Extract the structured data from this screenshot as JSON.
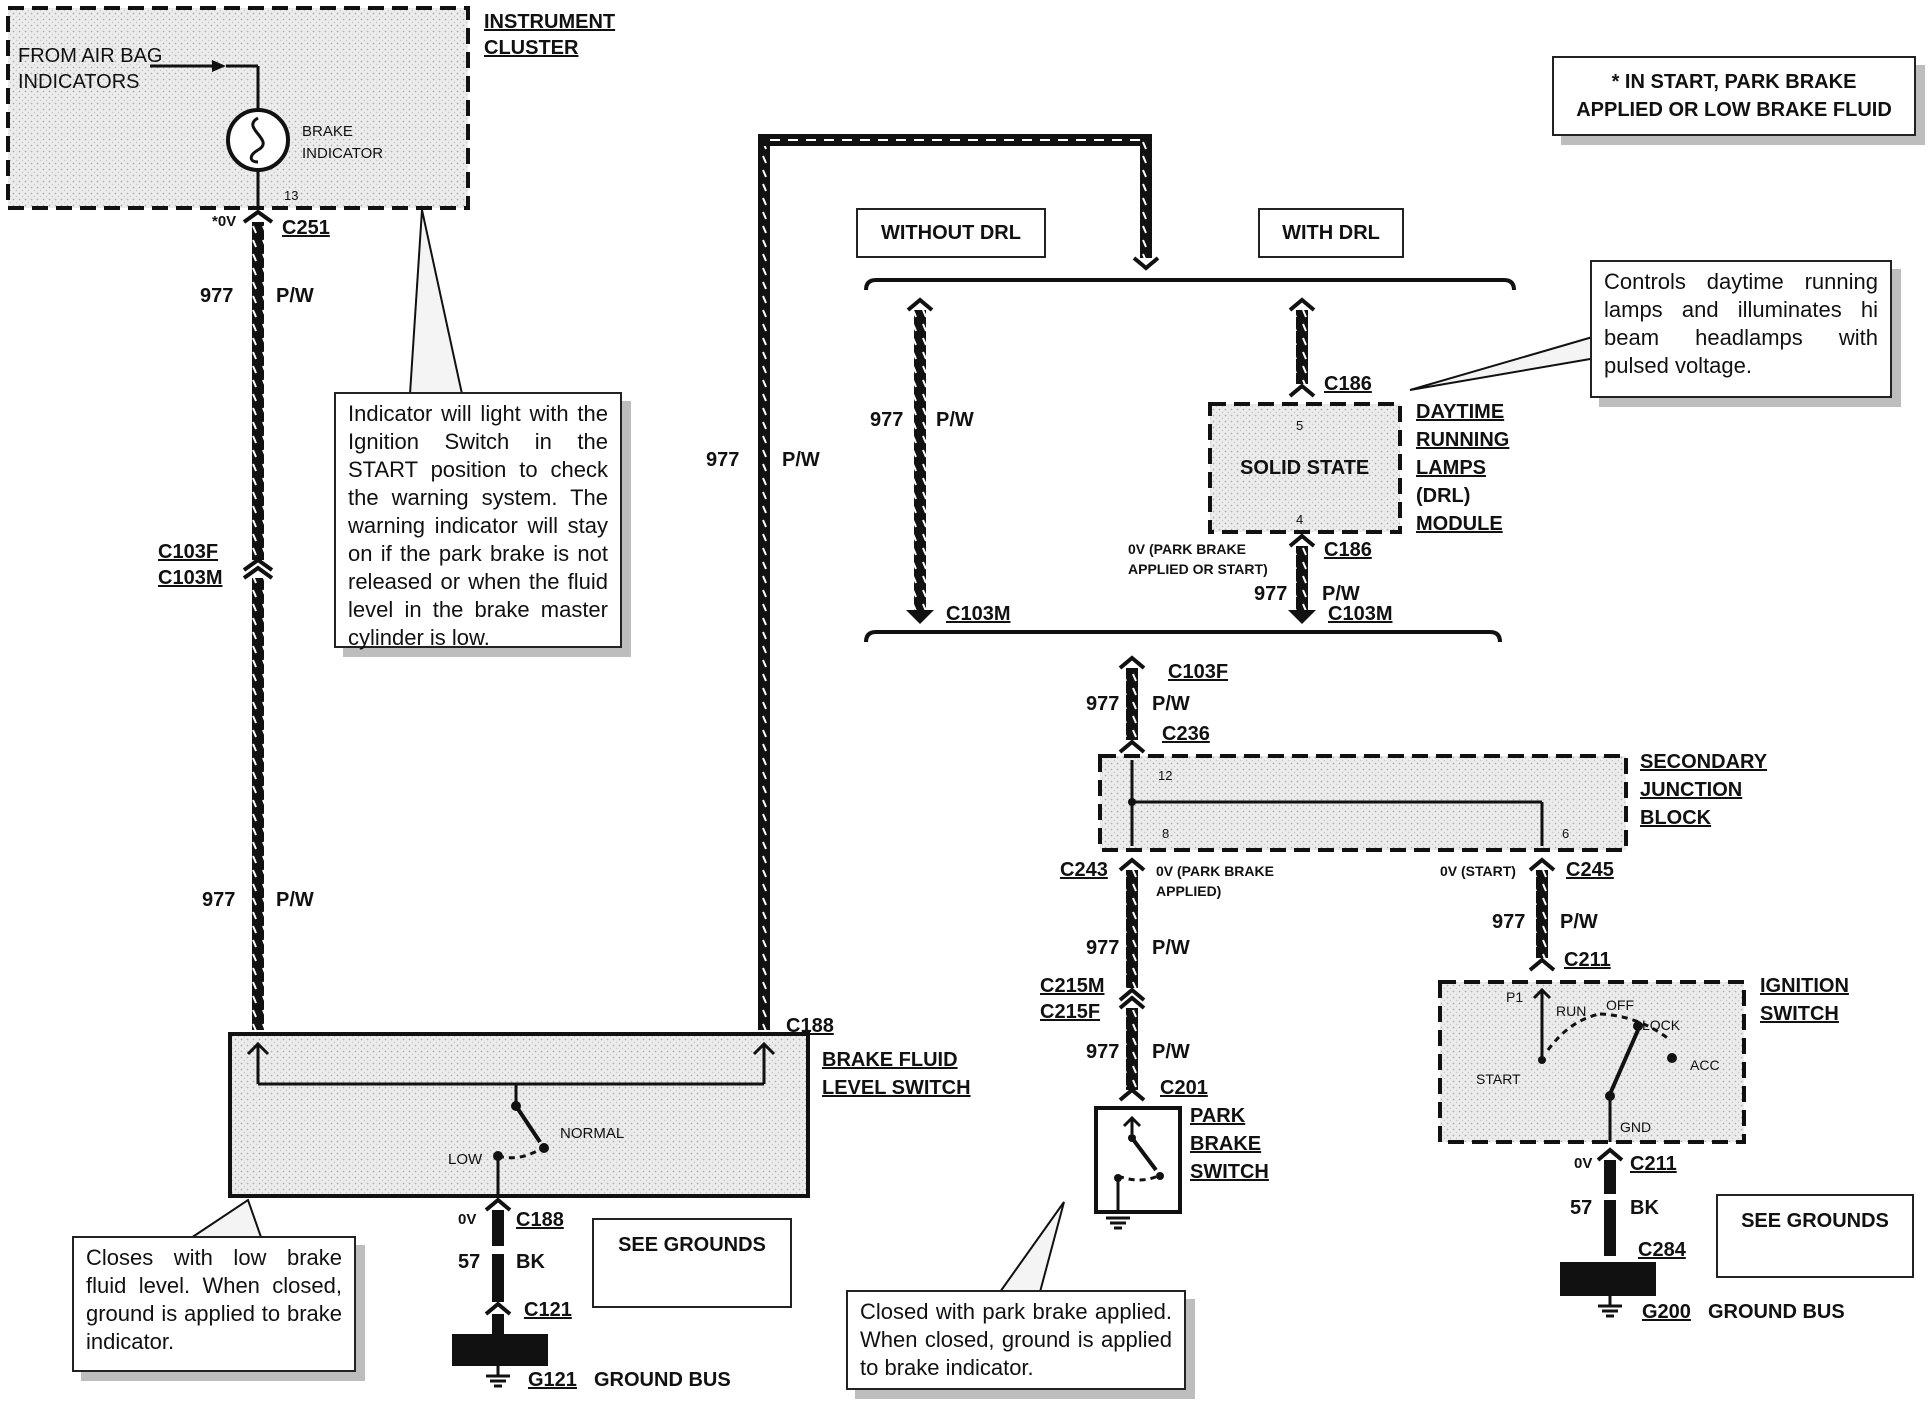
{
  "notes": {
    "start_note": "* IN START, PARK BRAKE APPLIED OR LOW BRAKE FLUID",
    "indicator_note": "Indicator will light with the Ignition Switch in the START position to check the warning system. The warning indicator will stay on if the park brake is not released or when the fluid level in the brake master cylinder is low.",
    "drl_note": "Controls daytime running lamps and illuminates hi beam headlamps with pulsed voltage.",
    "fluid_note": "Closes with low brake fluid level. When closed, ground is applied to brake indicator.",
    "park_note": "Closed with park brake applied. When closed, ground is applied to brake indicator."
  },
  "boxes": {
    "without_drl": "WITHOUT DRL",
    "with_drl": "WITH DRL",
    "see_grounds_1": "SEE GROUNDS",
    "see_grounds_2": "SEE GROUNDS"
  },
  "components": {
    "instrument_cluster": [
      "INSTRUMENT",
      "CLUSTER"
    ],
    "from_air_bag": [
      "FROM AIR BAG",
      "INDICATORS"
    ],
    "brake_indicator": [
      "BRAKE",
      "INDICATOR"
    ],
    "drl_module": [
      "DAYTIME",
      "RUNNING",
      "LAMPS",
      "(DRL)",
      "MODULE"
    ],
    "solid_state": "SOLID STATE",
    "secondary_junction": [
      "SECONDARY",
      "JUNCTION",
      "BLOCK"
    ],
    "brake_fluid_switch": [
      "BRAKE FLUID",
      "LEVEL SWITCH"
    ],
    "park_brake_switch": [
      "PARK",
      "BRAKE",
      "SWITCH"
    ],
    "ignition_switch": [
      "IGNITION",
      "SWITCH"
    ],
    "switch_positions": {
      "normal": "NORMAL",
      "low": "LOW",
      "run": "RUN",
      "off": "OFF",
      "lock": "LOCK",
      "acc": "ACC",
      "start": "START",
      "p1": "P1",
      "gnd": "GND"
    }
  },
  "connectors": {
    "c251": "C251",
    "c103f": "C103F",
    "c103m": "C103M",
    "c188": "C188",
    "c121": "C121",
    "c186": "C186",
    "c236": "C236",
    "c243": "C243",
    "c245": "C245",
    "c211": "C211",
    "c215m": "C215M",
    "c215f": "C215F",
    "c201": "C201",
    "c284": "C284"
  },
  "grounds": {
    "g121": "G121",
    "g200": "G200",
    "ground_bus": "GROUND BUS"
  },
  "wires": {
    "circuit_977": "977",
    "color_pw": "P/W",
    "circuit_57": "57",
    "color_bk": "BK"
  },
  "voltages": {
    "star_0v": "*0V",
    "zero_v": "0V",
    "park_applied_start": [
      "0V (PARK BRAKE",
      "APPLIED OR START)"
    ],
    "park_applied": [
      "0V (PARK BRAKE",
      "APPLIED)"
    ],
    "start_v": "0V (START)"
  },
  "pins": {
    "p13": "13",
    "p5": "5",
    "p4": "4",
    "p12": "12",
    "p8": "8",
    "p6": "6"
  }
}
